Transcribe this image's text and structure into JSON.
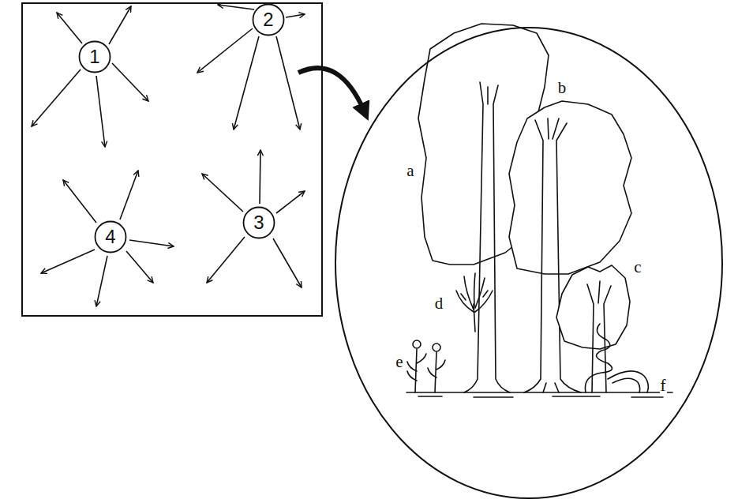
{
  "diagram": {
    "nodes": [
      {
        "text": [
          "1"
        ]
      },
      {
        "text": [
          "2"
        ]
      },
      {
        "text": [
          "4"
        ]
      },
      {
        "text": [
          "3"
        ]
      }
    ],
    "labels": [
      "a",
      "b",
      "c",
      "d",
      "e",
      "f"
    ]
  }
}
